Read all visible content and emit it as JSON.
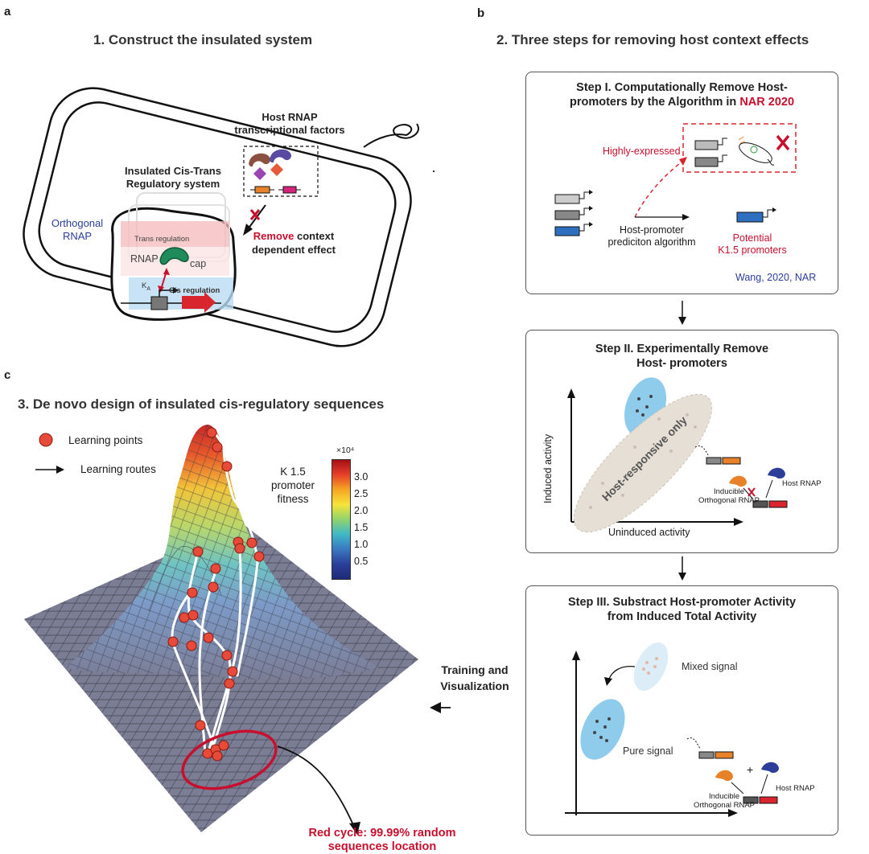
{
  "panel_a": {
    "letter": "a",
    "title": "1. Construct the insulated system",
    "host_rnap_line1": "Host RNAP",
    "host_rnap_line2": "transcriptional factors",
    "insulated_line1": "Insulated Cis-Trans",
    "insulated_line2": "Regulatory system",
    "orthogonal_line1": "Orthogonal",
    "orthogonal_line2": "RNAP",
    "trans_regulation": "Trans regulation",
    "rnap": "RNAP",
    "cap": "cap",
    "ka": "K",
    "ka_sub": "A",
    "cis_regulation": "Cis regulation",
    "remove_word": "Remove",
    "remove_rest": " context",
    "dependent_effect": "dependent effect"
  },
  "panel_b": {
    "letter": "b",
    "title": "2. Three steps for removing host context effects",
    "step1": {
      "title_line1": "Step I. Computationally Remove Host-",
      "title_line2_a": "promoters by the Algorithm in ",
      "title_line2_b": "NAR 2020",
      "highly_expressed": "Highly-expressed",
      "algo_line1": "Host-promoter",
      "algo_line2": "prediciton algorithm",
      "potential_line1": "Potential",
      "potential_line2": "K1.5 promoters",
      "citation": "Wang, 2020, NAR"
    },
    "step2": {
      "title_line1": "Step II. Experimentally Remove",
      "title_line2": "Host- promoters",
      "y_axis": "Induced activity",
      "x_axis": "Uninduced activity",
      "ellipse_label": "Host-responsive only",
      "inducible_line1": "Inducible",
      "inducible_line2": "Orthogonal RNAP",
      "host_rnap": "Host RNAP"
    },
    "step3": {
      "title_line1": "Step III. Substract Host-promoter Activity",
      "title_line2": "from Induced Total Activity",
      "mixed": "Mixed signal",
      "pure": "Pure signal",
      "inducible_line1": "Inducible",
      "inducible_line2": "Orthogonal RNAP",
      "host_rnap": "Host RNAP",
      "plus": "+"
    }
  },
  "panel_c": {
    "letter": "c",
    "title": "3. De novo design of insulated cis-regulatory sequences",
    "legend_points": "Learning points",
    "legend_routes": "Learning routes",
    "colorbar_title_line1": "K 1.5",
    "colorbar_title_line2": "promoter",
    "colorbar_title_line3": "fitness",
    "colorbar_exponent": "×10⁴",
    "colorbar_ticks": [
      "3.0",
      "2.5",
      "2.0",
      "1.5",
      "1.0",
      "0.5"
    ],
    "training_line1": "Training and",
    "training_line2": "Visualization",
    "red_cycle_line1": "Red cycle: 99.99% random",
    "red_cycle_line2": "sequences location"
  },
  "colors": {
    "accent_red": "#c8102e",
    "orthogonal_blue": "#2c3e9a",
    "promoter_blue": "#2f6fbf",
    "orange": "#e8822a",
    "pink": "#d6247a",
    "surface_base": "#7b7d95"
  }
}
